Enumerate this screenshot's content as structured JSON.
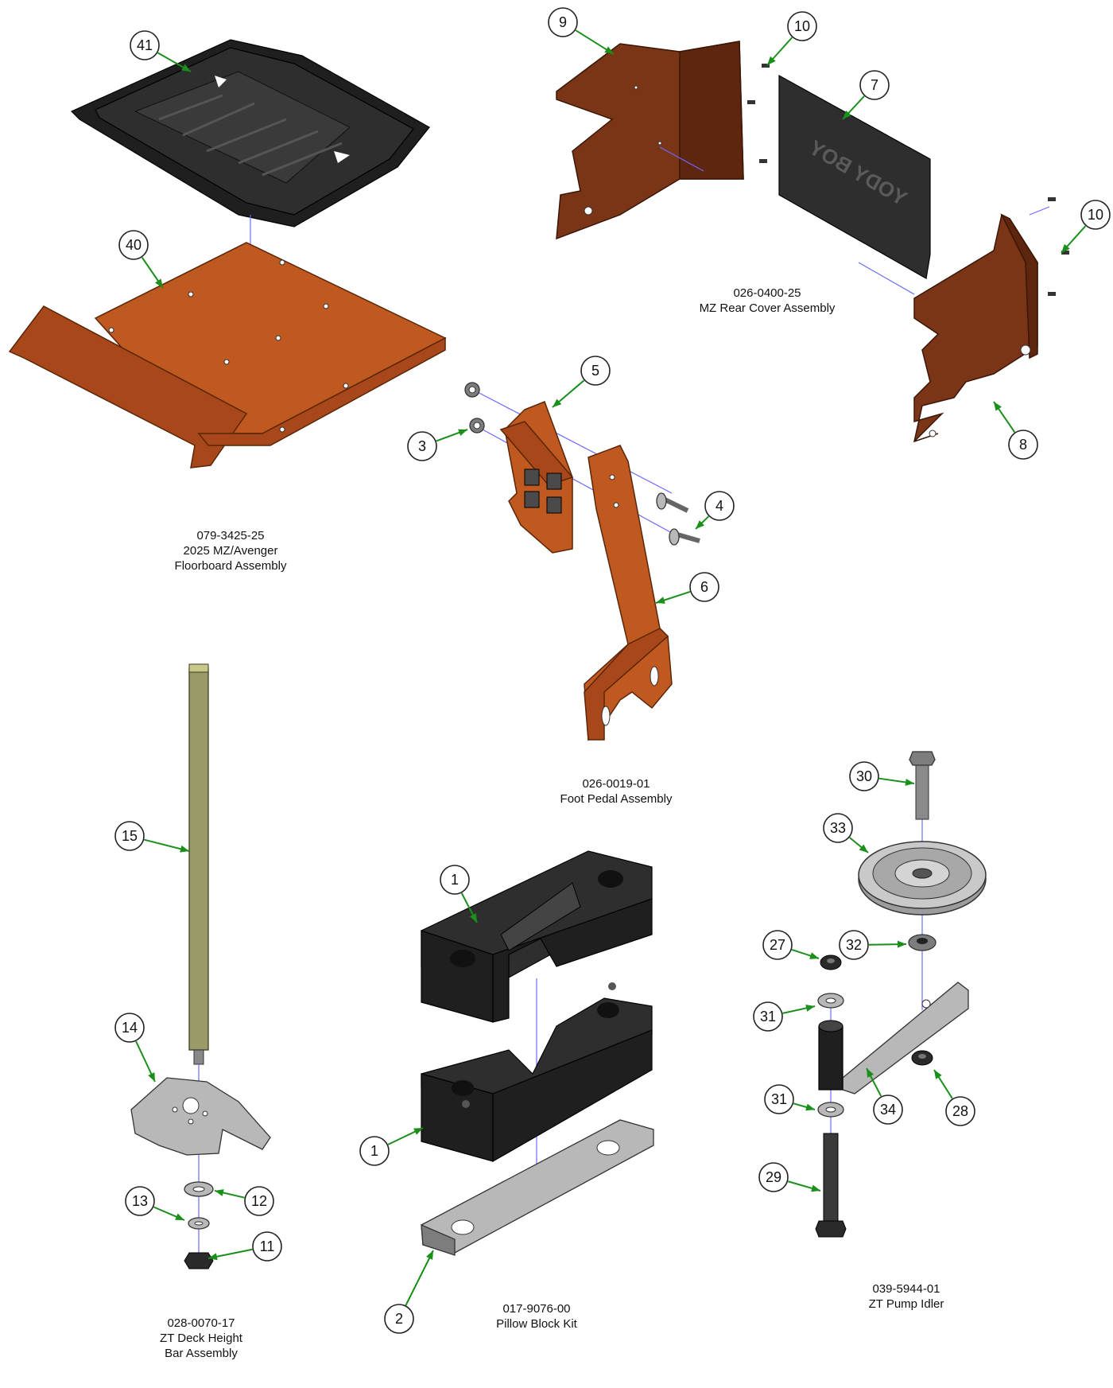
{
  "callouts": [
    "41",
    "40",
    "9",
    "10",
    "7",
    "10",
    "8",
    "5",
    "3",
    "4",
    "6",
    "15",
    "14",
    "12",
    "13",
    "11",
    "1",
    "1",
    "2",
    "30",
    "33",
    "27",
    "32",
    "31",
    "31",
    "34",
    "28",
    "29"
  ],
  "captions": {
    "floorboard": [
      "079-3425-25",
      "2025 MZ/Avenger",
      "Floorboard Assembly"
    ],
    "rear_cover": [
      "026-0400-25",
      "MZ Rear Cover Assembly"
    ],
    "foot_pedal": [
      "026-0019-01",
      "Foot Pedal Assembly"
    ],
    "deck_height": [
      "028-0070-17",
      "ZT Deck Height",
      "Bar Assembly"
    ],
    "pillow_block": [
      "017-9076-00",
      "Pillow Block Kit"
    ],
    "pump_idler": [
      "039-5944-01",
      "ZT Pump Idler"
    ]
  },
  "plate_text": "YODY BOY",
  "colors": {
    "leader": "#1a8f1a",
    "axis": "#6a6aff",
    "floorboard_orange": "#c0591f",
    "cover_brown": "#7a3416",
    "block_black": "#1f1f1f",
    "steel_grey": "#b8b8b8"
  }
}
